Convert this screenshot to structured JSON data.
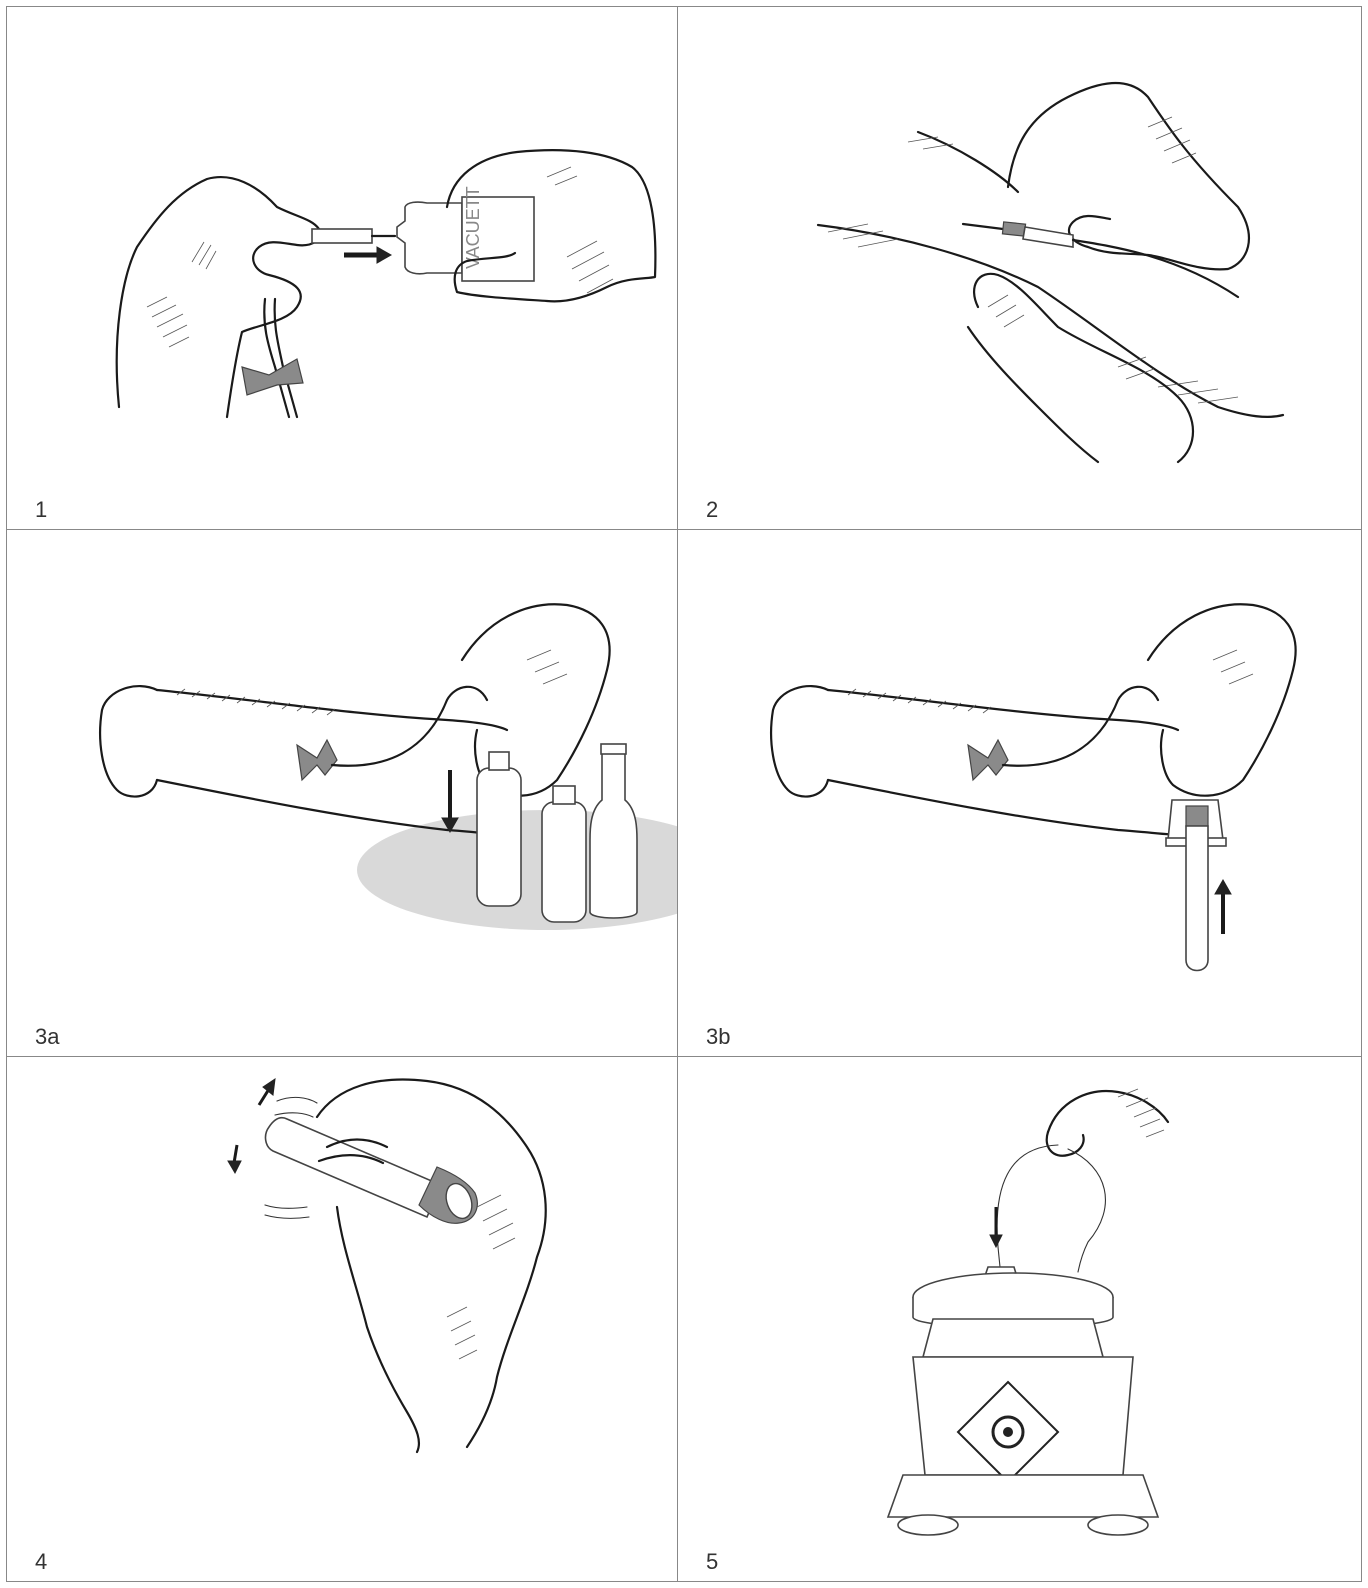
{
  "panels": [
    {
      "id": "1",
      "label": "1",
      "bottle_text": "VACUETT"
    },
    {
      "id": "2",
      "label": "2"
    },
    {
      "id": "3a",
      "label": "3a"
    },
    {
      "id": "3b",
      "label": "3b"
    },
    {
      "id": "4",
      "label": "4"
    },
    {
      "id": "5",
      "label": "5"
    }
  ]
}
